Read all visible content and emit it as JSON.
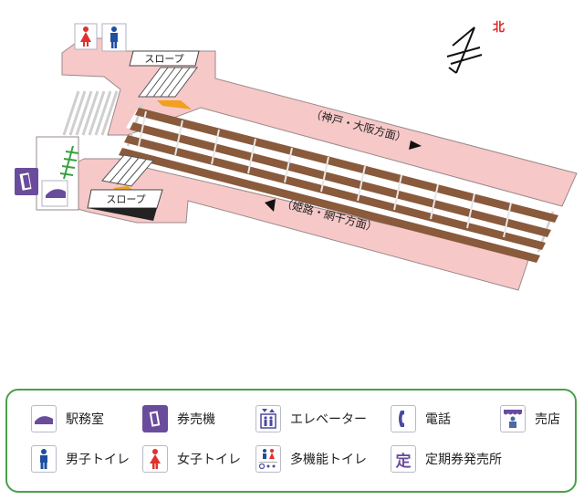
{
  "map": {
    "north_label": "北",
    "slope_top_label": "スロープ",
    "slope_bottom_label": "スロープ",
    "direction_upper": "（神戸・大阪方面）",
    "direction_lower": "（姫路・網干方面）",
    "colors": {
      "platform": "#f7c8c8",
      "platform_stroke": "#9a8a8a",
      "track": "#8a5a3c",
      "ramp": "#f2a020",
      "north": "#e02020",
      "staff_icon": "#6a4c9c",
      "male": "#1e4fa0",
      "female": "#e03030"
    },
    "icons": [
      "female-toilet-icon",
      "male-toilet-icon",
      "ticket-machine-icon",
      "station-office-icon",
      "turnstile-icon",
      "north-arrow-icon"
    ]
  },
  "legend": {
    "items": [
      {
        "icon": "station-office-icon",
        "label": "駅務室"
      },
      {
        "icon": "ticket-machine-icon",
        "label": "券売機"
      },
      {
        "icon": "elevator-icon",
        "label": "エレベーター"
      },
      {
        "icon": "phone-icon",
        "label": "電話"
      },
      {
        "icon": "shop-icon",
        "label": "売店"
      },
      {
        "icon": "male-toilet-icon",
        "label": "男子トイレ"
      },
      {
        "icon": "female-toilet-icon",
        "label": "女子トイレ"
      },
      {
        "icon": "multipurpose-toilet-icon",
        "label": "多機能トイレ"
      },
      {
        "icon": "commuter-pass-icon",
        "label": "定期券発売所",
        "glyph": "定"
      }
    ]
  }
}
